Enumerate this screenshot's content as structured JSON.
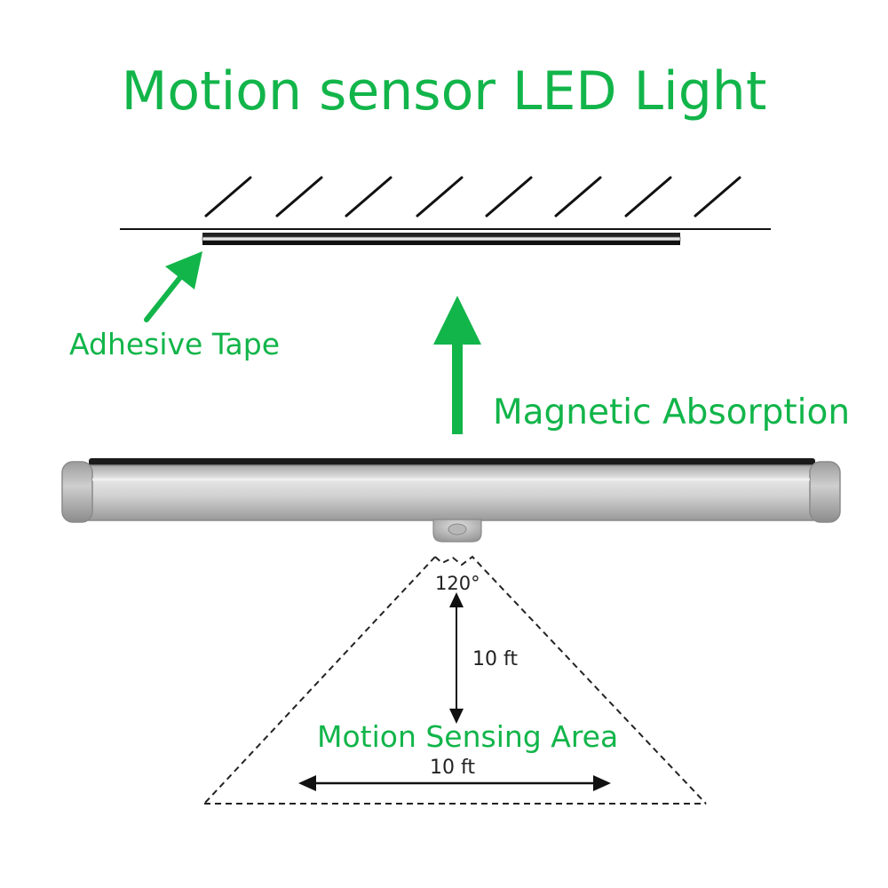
{
  "title": "Motion sensor LED Light",
  "labels": {
    "adhesive_tape": "Adhesive Tape",
    "magnetic_absorption": "Magnetic Absorption",
    "sensing_area": "Motion Sensing Area"
  },
  "dimensions": {
    "angle": "120°",
    "depth": "10 ft",
    "width": "10 ft"
  },
  "colors": {
    "accent": "#12b54a",
    "line": "#111111",
    "housing": "#c8c8c8"
  }
}
